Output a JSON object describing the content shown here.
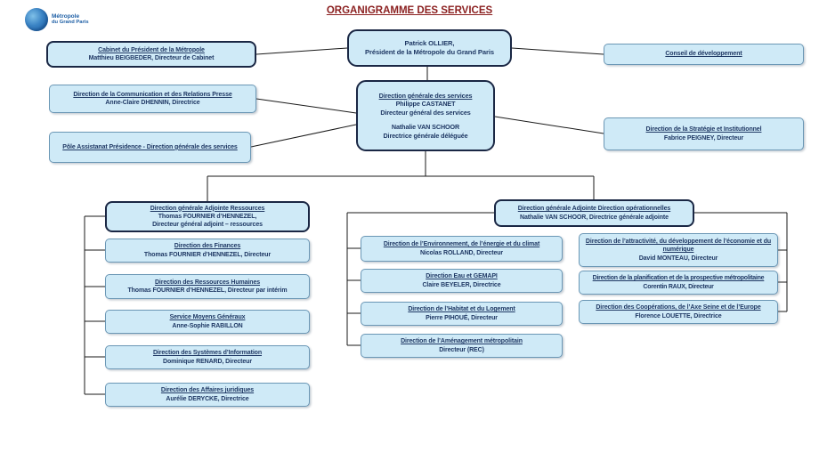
{
  "title": "ORGANIGRAMME DES SERVICES",
  "logo": {
    "line1": "Métropole",
    "line2": "du Grand Paris"
  },
  "colors": {
    "box_fill": "#CFEAF7",
    "box_border_thin": "#6B97B5",
    "box_border_thick": "#1A2744",
    "text": "#1F3864",
    "title_red": "#8B2020",
    "logo_blue": "#1E5FA5",
    "connector": "#000000"
  },
  "nodes": {
    "president": {
      "lines": [
        "Patrick OLLIER,",
        "Président de la Métropole du Grand Paris"
      ]
    },
    "cabinet": {
      "heading": "Cabinet du Président de la Métropole",
      "lines": [
        "Matthieu BEIGBEDER, Directeur de Cabinet"
      ]
    },
    "communication": {
      "heading": "Direction de la Communication et des Relations Presse",
      "lines": [
        "Anne-Claire DHENNIN, Directrice"
      ]
    },
    "pole_assistanat": {
      "heading": "Pôle Assistanat Présidence - Direction générale des services",
      "lines": []
    },
    "dgs": {
      "heading": "Direction générale des services",
      "lines": [
        "Philippe CASTANET",
        "Directeur général des services",
        "Nathalie VAN SCHOOR",
        "Directrice générale déléguée"
      ]
    },
    "conseil": {
      "heading": "Conseil de développement",
      "lines": []
    },
    "strategie": {
      "heading": "Direction de la Stratégie et Institutionnel",
      "lines": [
        "Fabrice PEIGNEY, Directeur"
      ]
    },
    "dga_ressources": {
      "heading": "Direction générale Adjointe Ressources",
      "lines": [
        "Thomas FOURNIER d’HENNEZEL,",
        "Directeur général adjoint – ressources"
      ]
    },
    "finances": {
      "heading": "Direction des Finances",
      "lines": [
        "Thomas FOURNIER d’HENNEZEL, Directeur"
      ]
    },
    "ressources_humaines": {
      "heading": "Direction des Ressources Humaines",
      "lines": [
        "Thomas FOURNIER d’HENNEZEL, Directeur par intérim"
      ]
    },
    "moyens_generaux": {
      "heading": "Service Moyens Généraux",
      "lines": [
        "Anne-Sophie RABILLON"
      ]
    },
    "systemes_information": {
      "heading": "Direction des Systèmes d’Information",
      "lines": [
        "Dominique RENARD, Directeur"
      ]
    },
    "affaires_juridiques": {
      "heading": "Direction des Affaires juridiques",
      "lines": [
        "Aurélie DERYCKE, Directrice"
      ]
    },
    "dga_operationnelles": {
      "heading": "Direction générale Adjointe Direction opérationnelles",
      "lines": [
        "Nathalie VAN SCHOOR, Directrice générale adjointe"
      ]
    },
    "environnement": {
      "heading": "Direction de l’Environnement, de l’énergie et du climat",
      "lines": [
        "Nicolas ROLLAND, Directeur"
      ]
    },
    "eau_gemapi": {
      "heading": "Direction Eau et GEMAPI",
      "lines": [
        "Claire BEYELER, Directrice"
      ]
    },
    "habitat": {
      "heading": "Direction de l’Habitat et du Logement",
      "lines": [
        "Pierre PIHOUÉ, Directeur"
      ]
    },
    "amenagement": {
      "heading": "Direction de l’Aménagement métropolitain",
      "lines": [
        "Directeur (REC)"
      ]
    },
    "attractivite": {
      "heading": "Direction de l’attractivité, du développement de l’économie et du numérique",
      "lines": [
        "David MONTEAU, Directeur"
      ]
    },
    "planification": {
      "heading": "Direction de la planification et de la prospective métropolitaine",
      "lines": [
        "Corentin RAUX, Directeur"
      ]
    },
    "cooperations": {
      "heading": "Direction des Coopérations, de l’Axe Seine et de l’Europe",
      "lines": [
        "Florence LOUETTE, Directrice"
      ]
    }
  }
}
